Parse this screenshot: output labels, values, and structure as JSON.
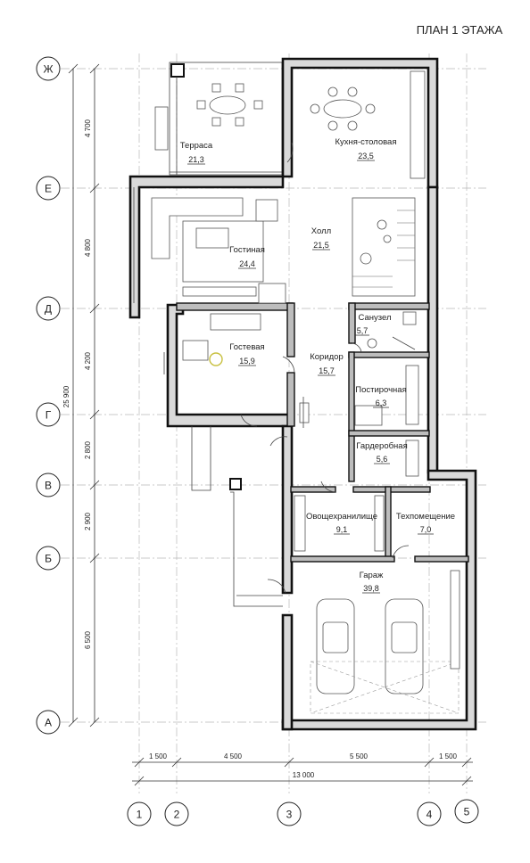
{
  "title": "ПЛАН 1 ЭТАЖА",
  "rooms": [
    {
      "name": "Терраса",
      "area": "21,3"
    },
    {
      "name": "Кухня-столовая",
      "area": "23,5"
    },
    {
      "name": "Холл",
      "area": "21,5"
    },
    {
      "name": "Гостиная",
      "area": "24,4"
    },
    {
      "name": "Санузел",
      "area": "5,7"
    },
    {
      "name": "Гостевая",
      "area": "15,9"
    },
    {
      "name": "Коридор",
      "area": "15,7"
    },
    {
      "name": "Постирочная",
      "area": "6,3"
    },
    {
      "name": "Гардеробная",
      "area": "5,6"
    },
    {
      "name": "Овощехранилище",
      "area": "9,1"
    },
    {
      "name": "Техпомещение",
      "area": "7,0"
    },
    {
      "name": "Гараж",
      "area": "39,8"
    }
  ],
  "row_axes": [
    "Ж",
    "Е",
    "Д",
    "Г",
    "В",
    "Б",
    "А"
  ],
  "col_axes": [
    "1",
    "2",
    "3",
    "4",
    "5"
  ],
  "vertical_dims": [
    "4 700",
    "4 800",
    "4 200",
    "2 800",
    "2 900",
    "6 500"
  ],
  "vertical_total": "25 900",
  "horizontal_dims": [
    "1 500",
    "4 500",
    "5 500",
    "1 500"
  ],
  "horizontal_total": "13 000"
}
